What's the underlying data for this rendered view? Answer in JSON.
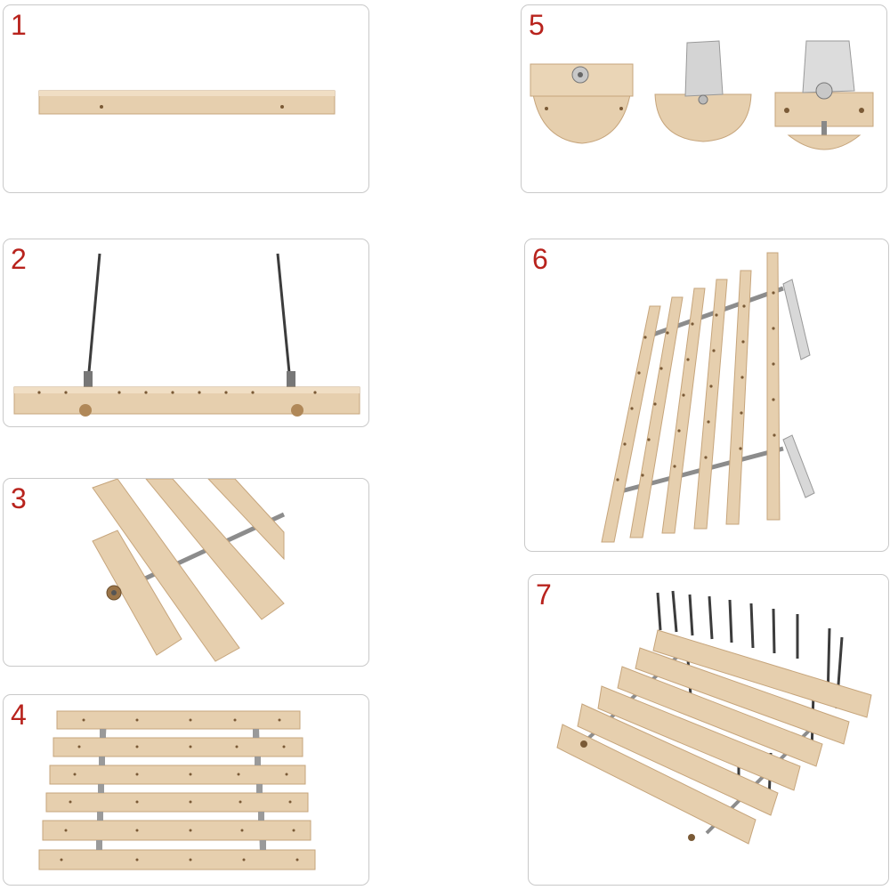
{
  "steps": [
    {
      "number": "1"
    },
    {
      "number": "2"
    },
    {
      "number": "3"
    },
    {
      "number": "4"
    },
    {
      "number": "5"
    },
    {
      "number": "6"
    },
    {
      "number": "7"
    }
  ],
  "colors": {
    "step_number": "#b8231d",
    "wood_top": "#e9d2b2",
    "wood_side": "#d9bc94",
    "wood_edge": "#b89466",
    "rod": "#8c8c8c",
    "spike": "#3c3c3c",
    "panel_border": "#c9c9c9"
  }
}
